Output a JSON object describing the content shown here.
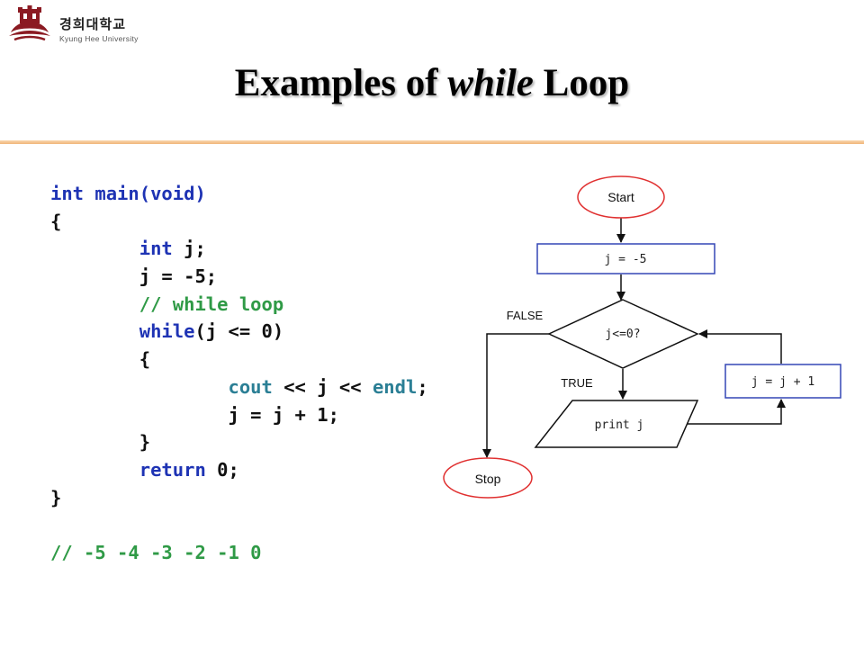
{
  "header": {
    "logo_korean": "경희대학교",
    "logo_english": "Kyung Hee University"
  },
  "title": {
    "part1": "Examples of ",
    "part2": "while",
    "part3": " Loop"
  },
  "code": {
    "l1_kw": "int",
    "l1_rest": " main(void)",
    "l2": "{",
    "l3_kw": "int",
    "l3_rest": " j;",
    "l4": "j = -5;",
    "l5": "// while loop",
    "l6_kw": "while",
    "l6_rest": "(j <= 0)",
    "l7": "{",
    "l8_a": "cout",
    "l8_b": " << j << ",
    "l8_c": "endl",
    "l8_d": ";",
    "l9": "j = j + 1;",
    "l10": "}",
    "l11_kw": "return",
    "l11_rest": " 0;",
    "l12": "}",
    "l13": "// -5 -4 -3 -2 -1 0"
  },
  "flowchart": {
    "start": "Start",
    "init": "j = -5",
    "condition": "j<=0?",
    "false_label": "FALSE",
    "true_label": "TRUE",
    "print": "print j",
    "increment": "j = j + 1",
    "stop": "Stop",
    "terminal_color": "#e03030",
    "box_color": "#3447b5"
  }
}
